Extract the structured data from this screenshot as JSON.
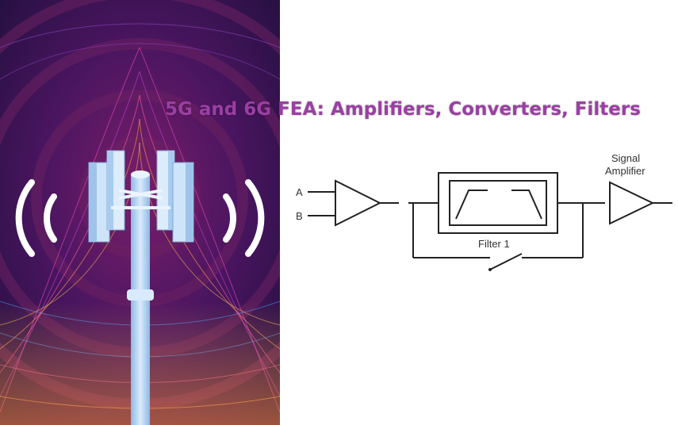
{
  "title": "5G and 6G FEA: Amplifiers, Converters, Filters",
  "diagram": {
    "input_a": "A",
    "input_b": "B",
    "filter_label": "Filter 1",
    "amplifier_label_line1": "Signal",
    "amplifier_label_line2": "Amplifier"
  },
  "colors": {
    "title": "#9b3fa3",
    "art_background": "#2a0f47",
    "tower": "#bcd8f2"
  }
}
